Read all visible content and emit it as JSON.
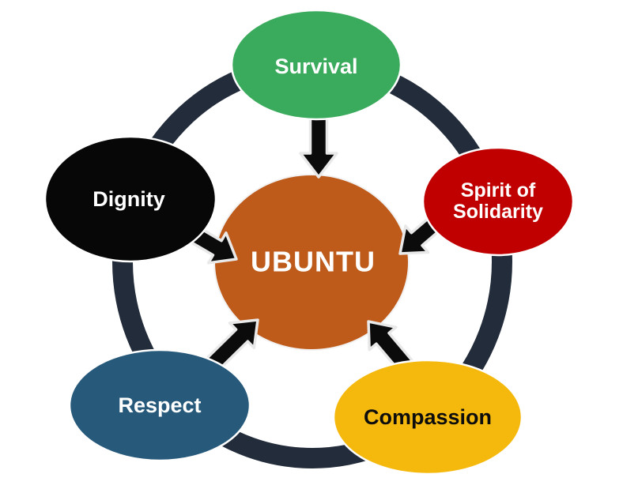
{
  "diagram": {
    "background": "#FFFFFF",
    "ring_color": "#232C3A",
    "arrow_color": "#0B0B0B",
    "arrow_outline_color": "#E9E9E9",
    "center": {
      "label": "UBUNTU",
      "color": "#BE5B1B",
      "text_color": "#FFFFFF"
    },
    "nodes": [
      {
        "id": "survival",
        "label": "Survival",
        "position": "top",
        "color": "#3AAA5C",
        "text_color": "#FFFFFF"
      },
      {
        "id": "solidarity",
        "label": "Spirit of Solidarity",
        "line1": "Spirit of",
        "line2": "Solidarity",
        "position": "right",
        "color": "#C00000",
        "text_color": "#FFFFFF"
      },
      {
        "id": "compassion",
        "label": "Compassion",
        "position": "bottom-right",
        "color": "#F5B90E",
        "text_color": "#0D0D0D"
      },
      {
        "id": "respect",
        "label": "Respect",
        "position": "bottom-left",
        "color": "#27597B",
        "text_color": "#FFFFFF"
      },
      {
        "id": "dignity",
        "label": "Dignity",
        "position": "left",
        "color": "#070707",
        "text_color": "#FFFFFF"
      }
    ],
    "links": [
      {
        "from": "Survival",
        "to": "UBUNTU"
      },
      {
        "from": "Spirit of Solidarity",
        "to": "UBUNTU"
      },
      {
        "from": "Compassion",
        "to": "UBUNTU"
      },
      {
        "from": "Respect",
        "to": "UBUNTU"
      },
      {
        "from": "Dignity",
        "to": "UBUNTU"
      }
    ]
  }
}
